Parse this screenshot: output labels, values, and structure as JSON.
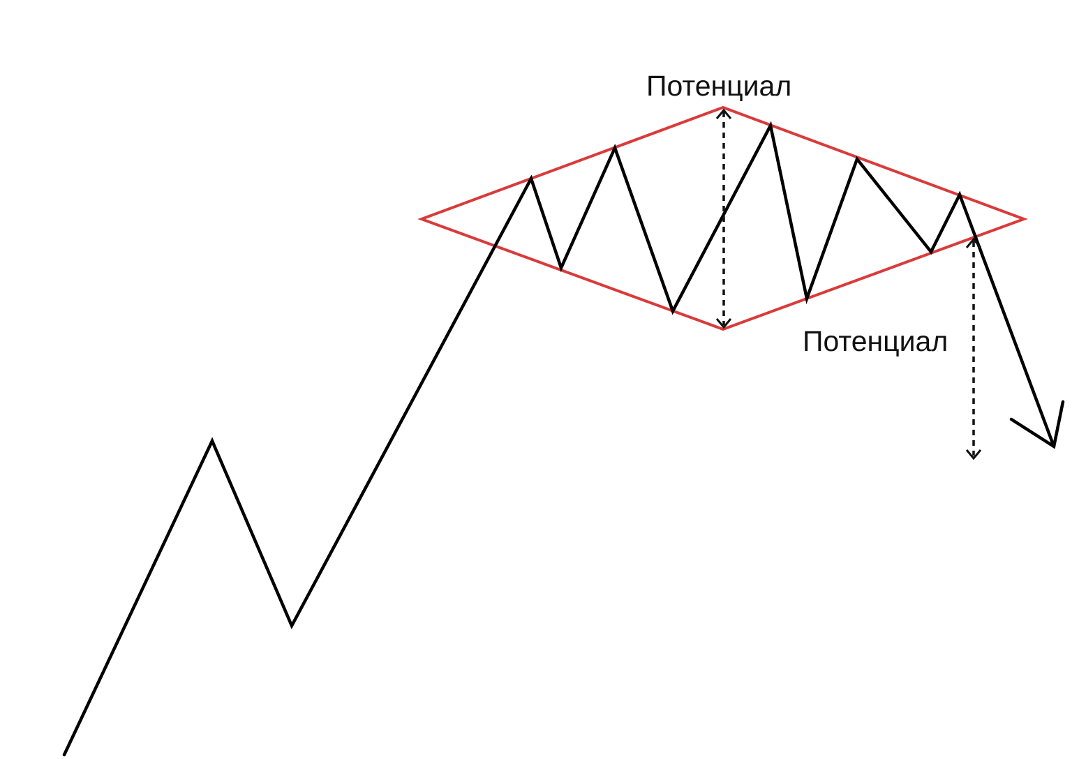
{
  "diagram": {
    "type": "diamond-top-chart-pattern",
    "colors": {
      "background": "#ffffff",
      "price_line": "#000000",
      "pattern_outline": "#d93b3b",
      "measure_arrow": "#111111",
      "label_text": "#111111"
    },
    "labels": {
      "upper_potential": "Потенциал",
      "lower_potential": "Потенциал"
    }
  }
}
